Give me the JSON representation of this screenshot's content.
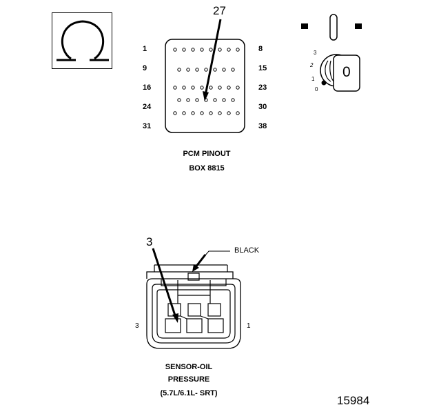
{
  "ohmmeter_symbol": {
    "glyph": "Ω"
  },
  "pcm": {
    "callout_pin": "27",
    "pin_labels": {
      "left": [
        "1",
        "9",
        "16",
        "24",
        "31"
      ],
      "right": [
        "8",
        "15",
        "23",
        "30",
        "38"
      ]
    },
    "caption_line1": "PCM PINOUT",
    "caption_line2": "BOX 8815"
  },
  "ignition": {
    "positions": [
      "3",
      "2",
      "1",
      "0"
    ],
    "key_position": "0"
  },
  "sensor": {
    "callout_pin": "3",
    "wire_label": "BLACK",
    "pin_left": "3",
    "pin_right": "1",
    "caption_line1": "SENSOR-OIL",
    "caption_line2": "PRESSURE",
    "caption_line3": "(5.7L/6.1L- SRT)"
  },
  "figure_number": "15984"
}
